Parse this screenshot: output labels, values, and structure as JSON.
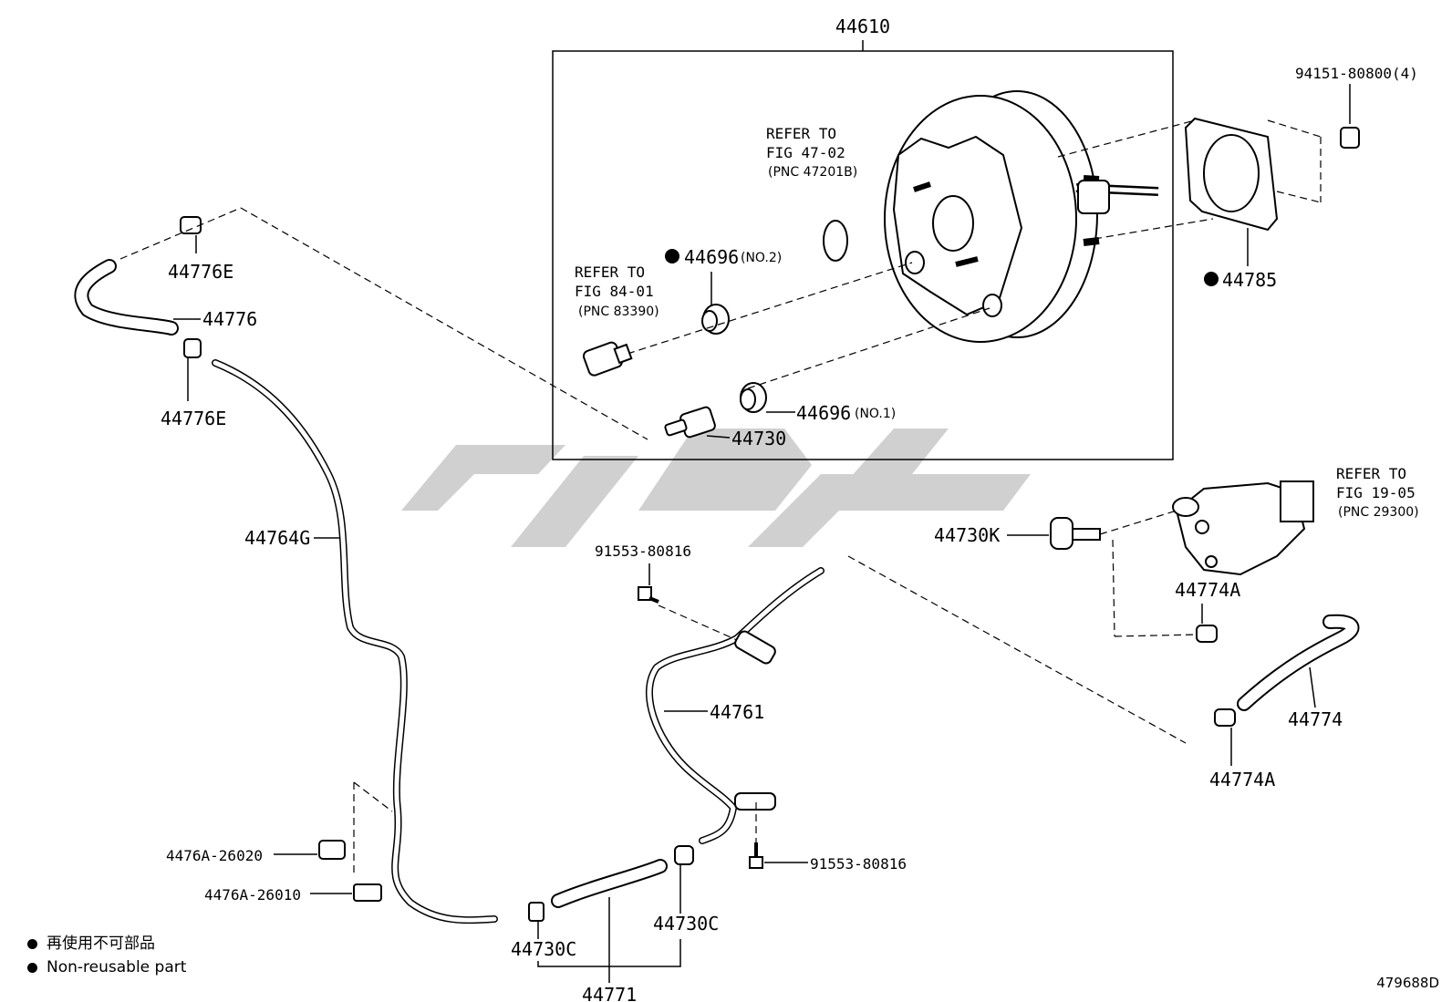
{
  "diagram": {
    "labels": {
      "booster_assy": "44610",
      "nut": "94151-80800(4)",
      "gasket": "44785",
      "grommet_no2": "44696",
      "grommet_no2_note": "(NO.2)",
      "grommet_no1": "44696",
      "grommet_no1_note": "(NO.1)",
      "check_valve": "44730",
      "refer_4702": "REFER TO",
      "refer_4702_fig": "FIG 47-02",
      "refer_4702_pnc": "(PNC 47201B)",
      "refer_8401": "REFER TO",
      "refer_8401_fig": "FIG 84-01",
      "refer_8401_pnc": "(PNC 83390)",
      "refer_1905": "REFER TO",
      "refer_1905_fig": "FIG 19-05",
      "refer_1905_pnc": "(PNC 29300)",
      "clamp_top": "44776E",
      "hose_top": "44776",
      "clamp_mid": "44776E",
      "hose_long": "44764G",
      "clip_a": "4476A-26020",
      "clip_b": "4476A-26010",
      "bolt_upper": "91553-80816",
      "pipe": "44761",
      "bolt_lower": "91553-80816",
      "union_k": "44730K",
      "clamp_right_upper": "44774A",
      "hose_right": "44774",
      "clamp_right_lower": "44774A",
      "clamp_c_left": "44730C",
      "clamp_c_right": "44730C",
      "hose_lower": "44771"
    }
  },
  "legend": {
    "jp": "再使用不可部品",
    "en": "Non-reusable part"
  },
  "figure_id": "479688D"
}
